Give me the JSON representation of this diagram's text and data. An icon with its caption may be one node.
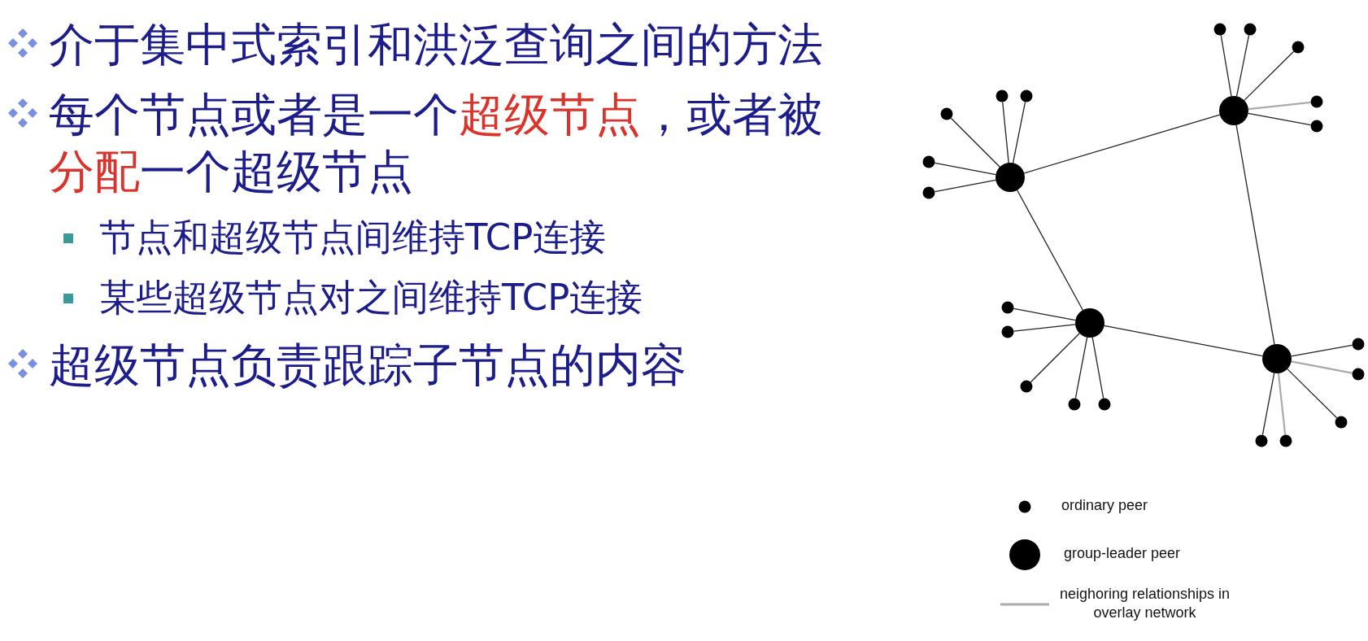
{
  "diagram": {
    "nodes": [
      {
        "text": [],
        "shape": "circle"
      },
      {
        "text": [],
        "shape": "circle"
      },
      {
        "text": [],
        "shape": "circle"
      },
      {
        "text": [],
        "shape": "circle"
      },
      {
        "text": [],
        "shape": "circle"
      },
      {
        "text": [],
        "shape": "circle"
      },
      {
        "text": [],
        "shape": "circle"
      },
      {
        "text": [],
        "shape": "circle"
      },
      {
        "text": [],
        "shape": "circle"
      },
      {
        "text": [],
        "shape": "circle"
      },
      {
        "text": [],
        "shape": "circle"
      },
      {
        "text": [],
        "shape": "circle"
      },
      {
        "text": [],
        "shape": "circle"
      },
      {
        "text": [],
        "shape": "circle"
      },
      {
        "text": [],
        "shape": "circle"
      },
      {
        "text": [],
        "shape": "circle"
      },
      {
        "text": [],
        "shape": "circle"
      },
      {
        "text": [],
        "shape": "circle"
      },
      {
        "text": [],
        "shape": "circle"
      },
      {
        "text": [],
        "shape": "circle"
      },
      {
        "text": [],
        "shape": "circle"
      },
      {
        "text": [],
        "shape": "circle"
      },
      {
        "text": [],
        "shape": "circle"
      },
      {
        "text": [],
        "shape": "circle"
      }
    ],
    "edges": [
      {
        "from": 0,
        "to": 2,
        "arrow": "none"
      },
      {
        "from": 0,
        "to": 1,
        "arrow": "none"
      },
      {
        "from": 1,
        "to": 3,
        "arrow": "none"
      },
      {
        "from": 2,
        "to": 3,
        "arrow": "none"
      },
      {
        "from": 0,
        "to": 4,
        "arrow": "none"
      },
      {
        "from": 0,
        "to": 5,
        "arrow": "none"
      },
      {
        "from": 0,
        "to": 6,
        "arrow": "none"
      },
      {
        "from": 0,
        "to": 7,
        "arrow": "none"
      },
      {
        "from": 0,
        "to": 10,
        "arrow": "none"
      },
      {
        "from": 1,
        "to": 8,
        "arrow": "none"
      },
      {
        "from": 1,
        "to": 9,
        "arrow": "none"
      },
      {
        "from": 1,
        "to": 11,
        "arrow": "none"
      },
      {
        "from": 1,
        "to": 12,
        "arrow": "none"
      },
      {
        "from": 1,
        "to": 13,
        "arrow": "none"
      },
      {
        "from": 2,
        "to": 14,
        "arrow": "none"
      },
      {
        "from": 2,
        "to": 15,
        "arrow": "none"
      },
      {
        "from": 2,
        "to": 18,
        "arrow": "none"
      },
      {
        "from": 2,
        "to": 19,
        "arrow": "none",
        "color": "#aaaaaa"
      },
      {
        "from": 2,
        "to": 20,
        "arrow": "none"
      },
      {
        "from": 3,
        "to": 16,
        "arrow": "none"
      },
      {
        "from": 3,
        "to": 17,
        "arrow": "none",
        "color": "#aaaaaa"
      },
      {
        "from": 3,
        "to": 21,
        "arrow": "none"
      },
      {
        "from": 3,
        "to": 22,
        "arrow": "none"
      },
      {
        "from": 3,
        "to": 23,
        "arrow": "none",
        "color": "#aaaaaa"
      }
    ],
    "labels": [
      "介于集中式索引和洪泛查询之间的方法",
      "每个节点或者是一个**超级节点**，或者被**分配**一个超级节点",
      "节点和超级节点间维持TCP连接",
      "某些超级节点对之间维持TCP连接",
      "超级节点负责跟踪子节点的内容"
    ],
    "legend": [
      {
        "text": "ordinary peer"
      },
      {
        "text": "group-leader peer"
      },
      {
        "text": "neighoring relationships in overlay network"
      }
    ]
  }
}
